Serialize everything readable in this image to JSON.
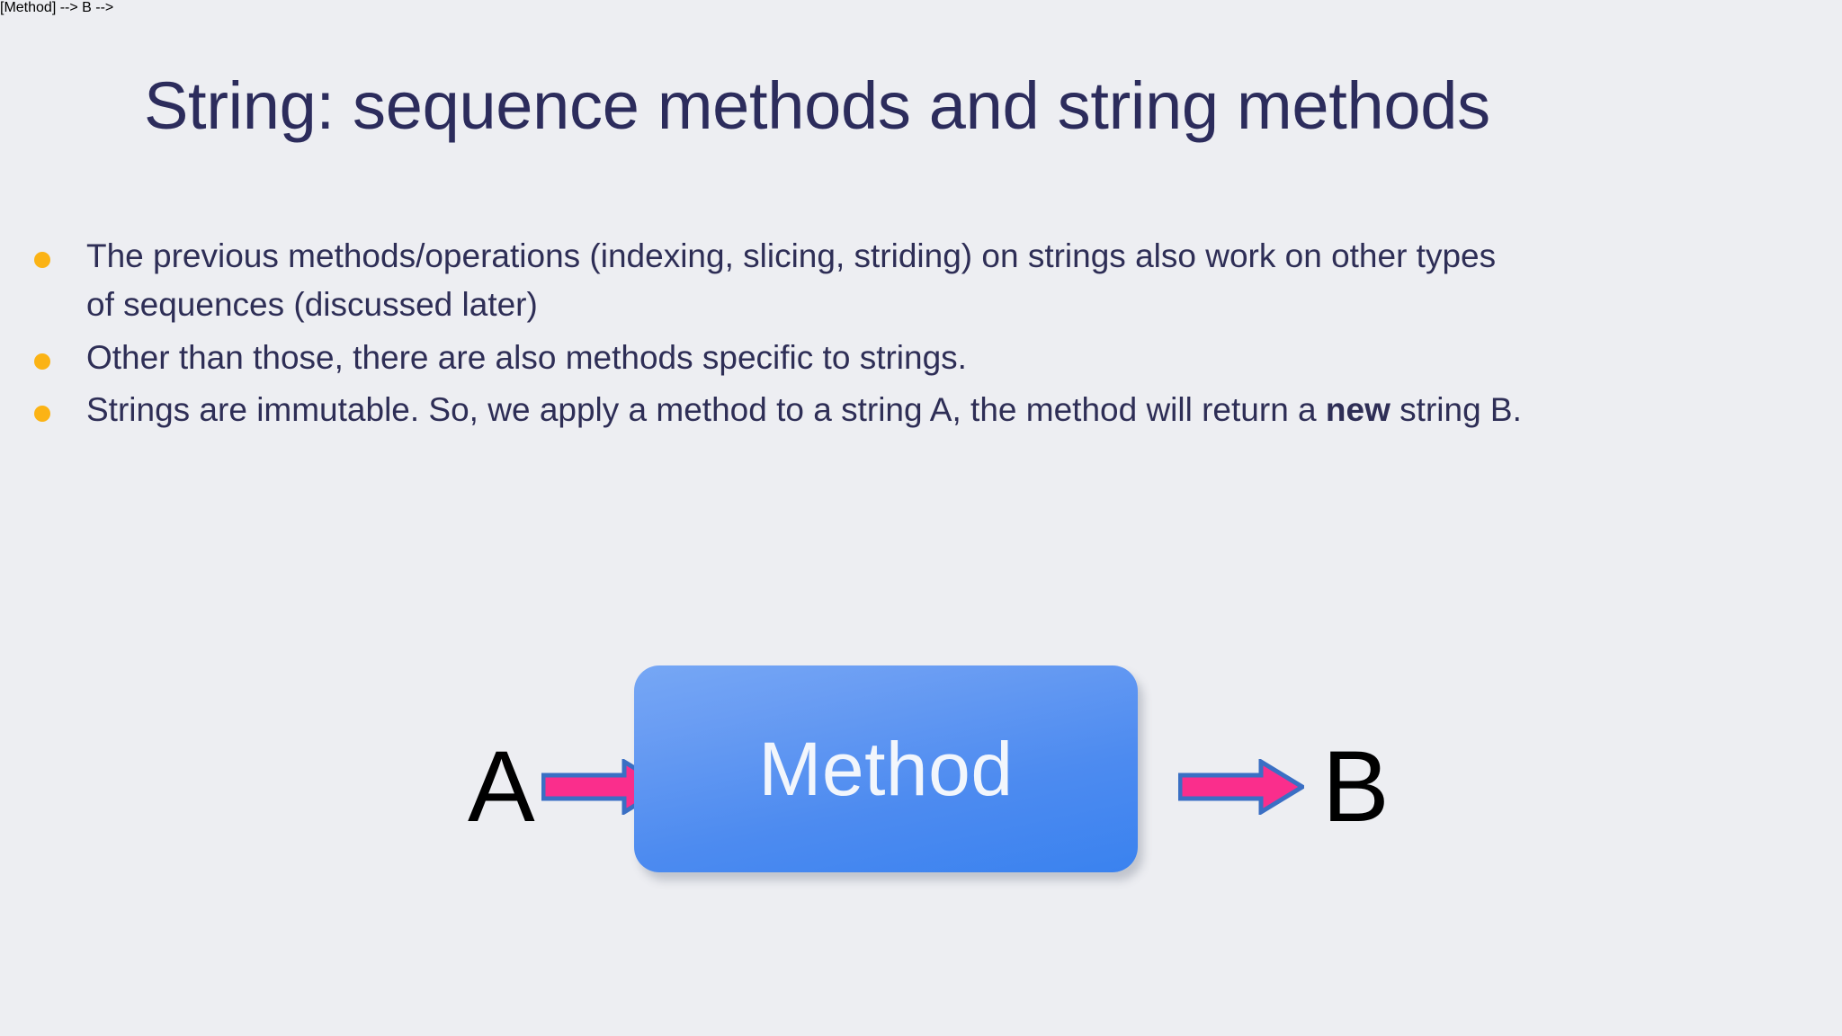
{
  "slide": {
    "title": "String: sequence methods and string methods",
    "background_color": "#edeef2",
    "title_color": "#2c2c5c",
    "body_text_color": "#2e2e56",
    "bullet_marker_color": "#fbb315"
  },
  "bullets": [
    {
      "text": "The previous methods/operations (indexing, slicing, striding) on strings also work on other types of sequences (discussed later)"
    },
    {
      "text": "Other than those, there are also methods specific to strings."
    },
    {
      "prefix": "Strings are immutable. So, we apply a method to a string A, the method will return a ",
      "emphasis": "new",
      "suffix": " string B."
    }
  ],
  "diagram": {
    "input_label": "A",
    "output_label": "B",
    "box_label": "Method",
    "box_fill_top": "#76a7f5",
    "box_fill_bottom": "#3a82ef",
    "box_text_color": "#f2f6fc",
    "arrow_fill_color": "#fa2e8c",
    "arrow_stroke_color": "#3a6fc4",
    "label_color": "#000000",
    "arrows": [
      {
        "name": "input-arrow",
        "direction": "right"
      },
      {
        "name": "output-arrow",
        "direction": "right"
      }
    ]
  }
}
